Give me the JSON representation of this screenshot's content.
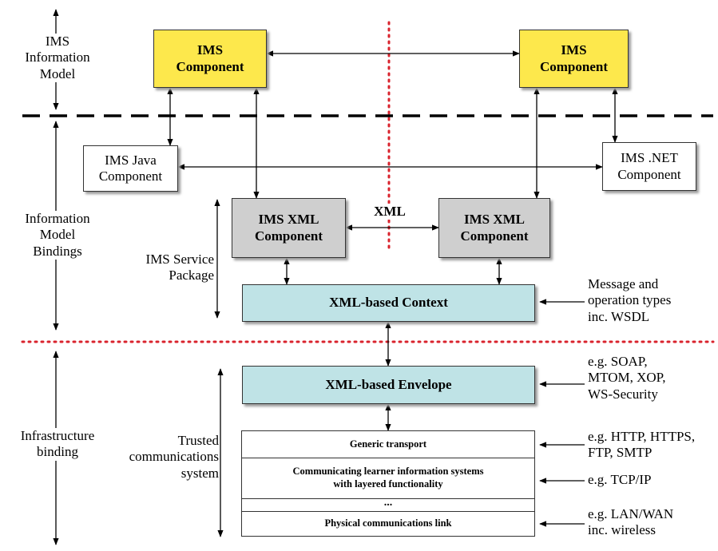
{
  "left_labels": {
    "ims_information_model": "IMS\nInformation\nModel",
    "information_model_bindings": "Information\nModel\nBindings",
    "infrastructure_binding": "Infrastructure\nbinding"
  },
  "mid_labels": {
    "ims_service_package": "IMS Service\nPackage",
    "trusted_communications_system": "Trusted\ncommunications\nsystem"
  },
  "boxes": {
    "ims_component_left": "IMS\nComponent",
    "ims_component_right": "IMS\nComponent",
    "ims_java_component": "IMS Java\nComponent",
    "ims_net_component": "IMS .NET\nComponent",
    "ims_xml_component_left": "IMS XML\nComponent",
    "ims_xml_component_right": "IMS XML\nComponent",
    "xml_based_context": "XML-based Context",
    "xml_based_envelope": "XML-based Envelope"
  },
  "xml_label": "XML",
  "stack": {
    "generic_transport": "Generic transport",
    "communicating_systems": "Communicating learner information systems\nwith layered functionality",
    "ellipsis": "...",
    "physical_link": "Physical communications link"
  },
  "notes": {
    "message_types": "Message and\noperation types\ninc. WSDL",
    "soap": "e.g. SOAP,\nMTOM, XOP,\nWS-Security",
    "http": "e.g. HTTP, HTTPS,\nFTP, SMTP",
    "tcpip": "e.g. TCP/IP",
    "lan_wan": "e.g. LAN/WAN\ninc. wireless"
  },
  "colors": {
    "ims_component": "#fde84c",
    "xml_component": "#cfcfcf",
    "context_envelope": "#bfe3e6",
    "separator_red": "#d9232d",
    "separator_black": "#000000"
  }
}
